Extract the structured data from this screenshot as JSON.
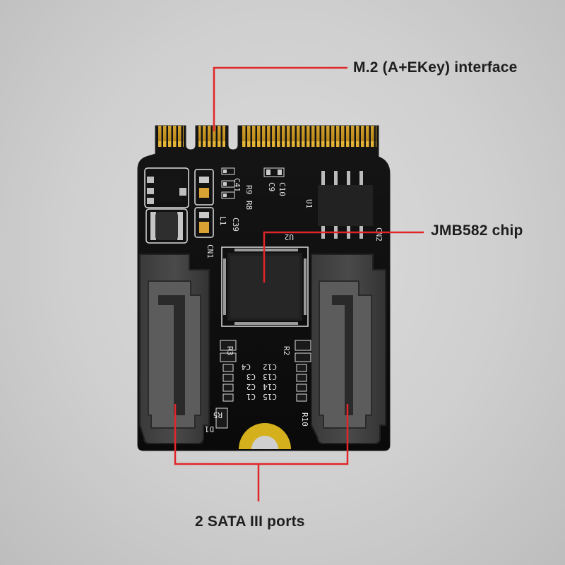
{
  "callouts": {
    "interface_label": "M.2 (A+EKey) interface",
    "chip_label": "JMB582 chip",
    "ports_label": "2 SATA III ports"
  },
  "silkscreen": {
    "r9": "R9",
    "r8": "R8",
    "c41": "C41",
    "c10": "C10",
    "c9": "C9",
    "u1": "U1",
    "l1": "L1",
    "c39": "C39",
    "u2": "U2",
    "cn1": "CN1",
    "cn2": "CN2",
    "r3": "R3",
    "r2": "R2",
    "c4": "C4",
    "c3": "C3",
    "c2": "C2",
    "c1": "C1",
    "c12": "C12",
    "c13": "C13",
    "c14": "C14",
    "c15": "C15",
    "r5": "R5",
    "d1": "D1",
    "r10": "R10"
  },
  "colors": {
    "background": "#cfcfcf",
    "pcb": "#0d0d0d",
    "gold_contacts": "#d6a51f",
    "callout_line": "#e0262a",
    "label_text": "#1e1e1e"
  }
}
